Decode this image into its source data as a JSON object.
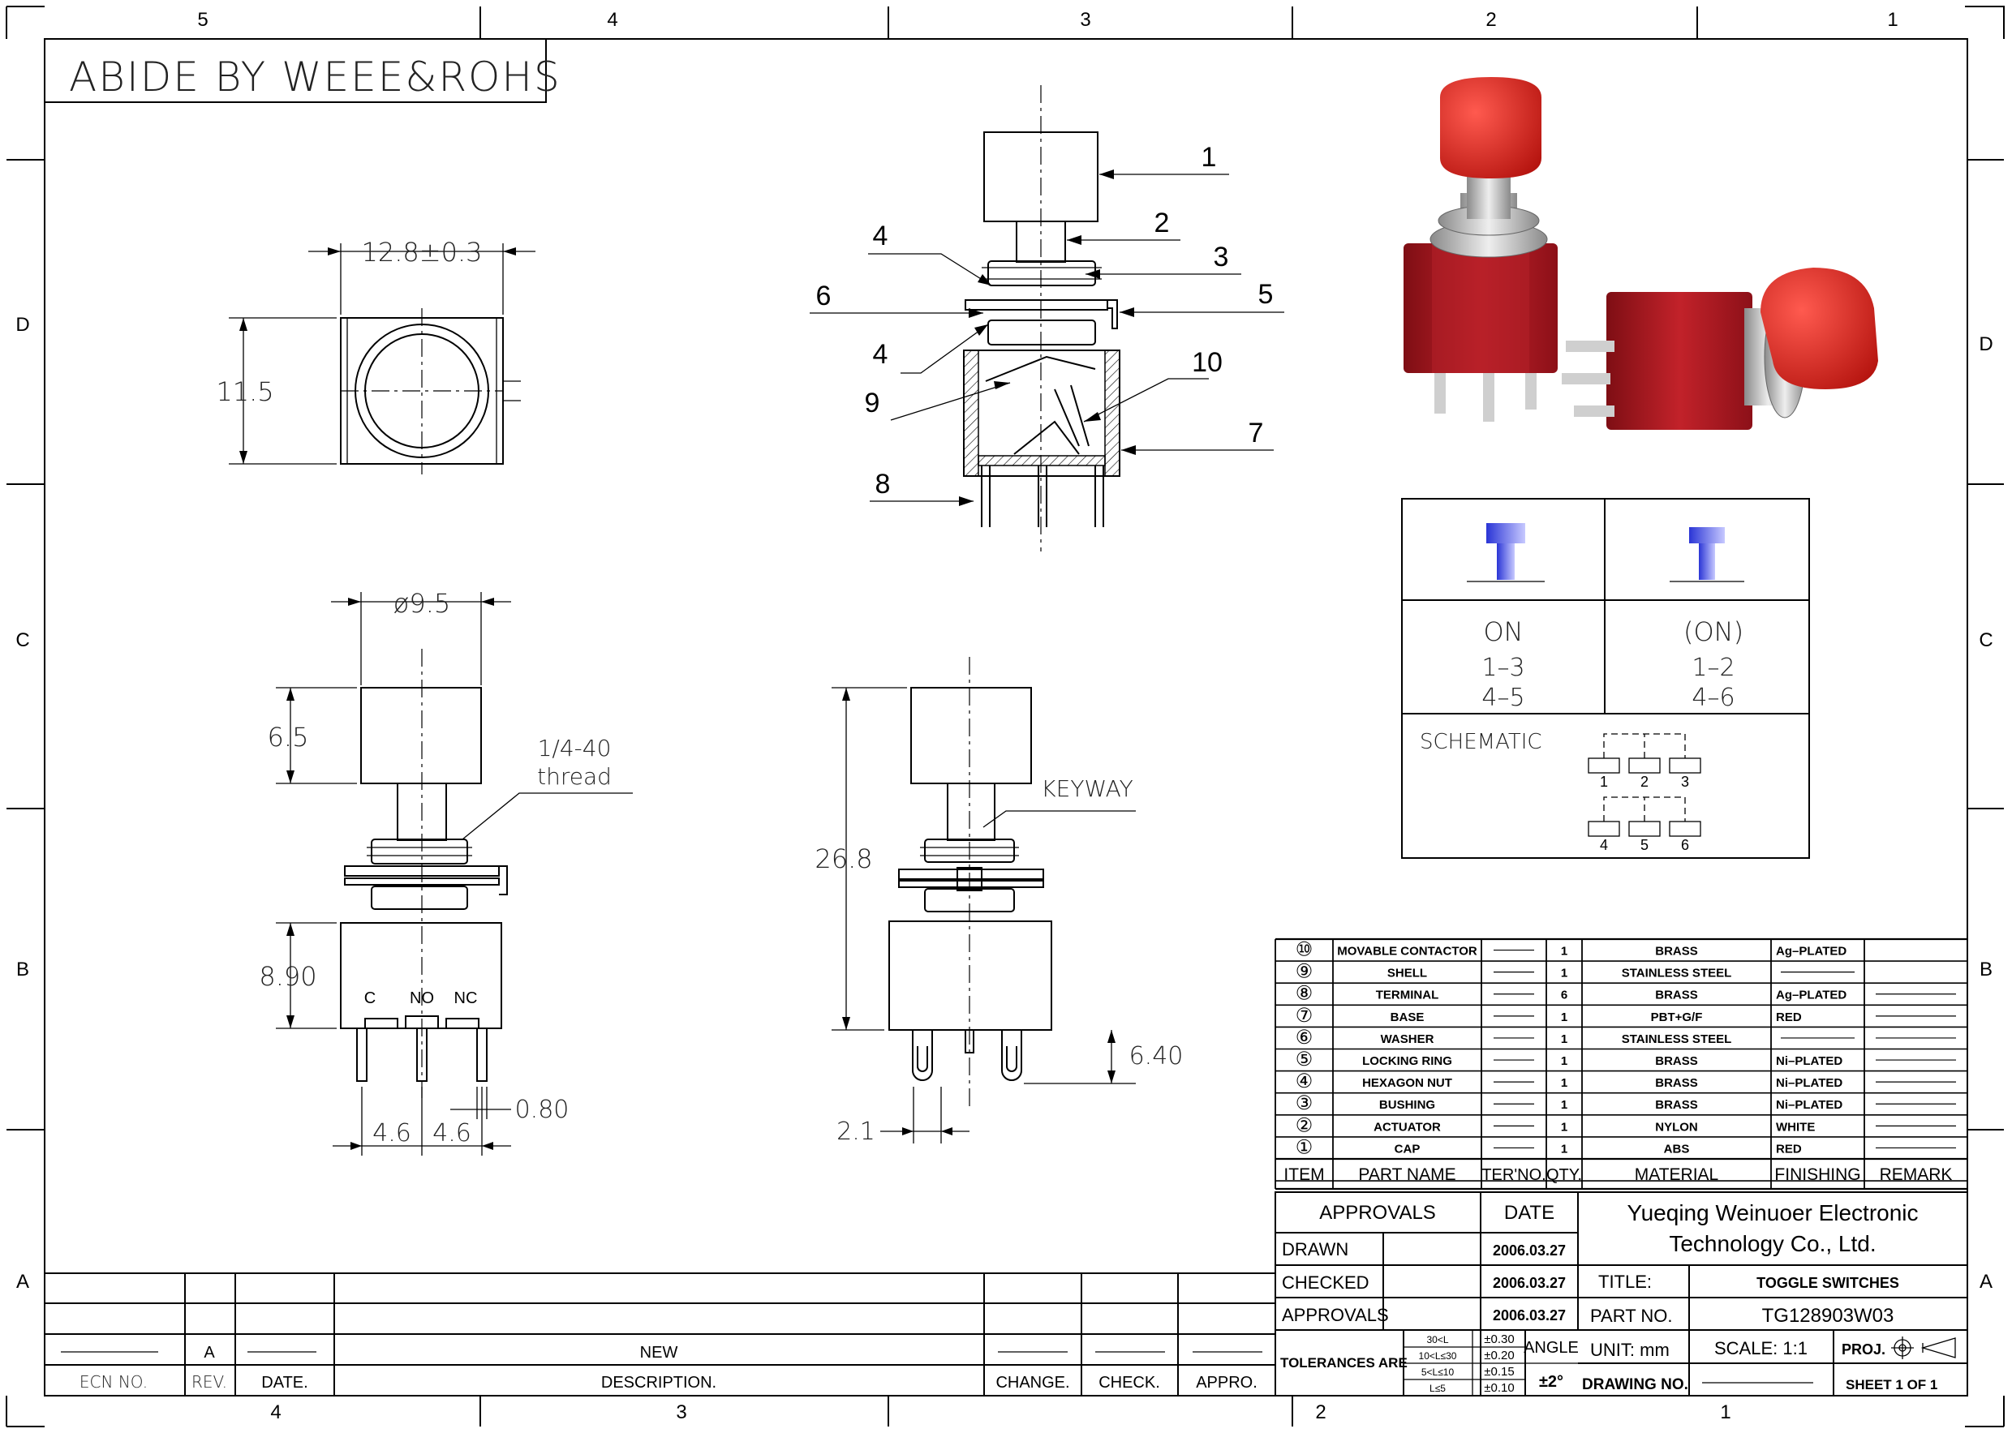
{
  "colors": {
    "cap_red": "#d21f1a",
    "body_red": "#a8141c",
    "metal": "#b9b9b9",
    "actuator_blue": "#2e39d8"
  },
  "border": {
    "top_zones": [
      "5",
      "4",
      "3",
      "2",
      "1"
    ],
    "bottom_zones": [
      "4",
      "3",
      "2",
      "1"
    ],
    "left_rows": [
      "D",
      "C",
      "B",
      "A"
    ],
    "right_rows": [
      "D",
      "C",
      "B",
      "A"
    ]
  },
  "header_note": "ABIDE BY WEEE&ROHS",
  "dims": {
    "width": "12.8±0.3",
    "height": "11.5",
    "diameter": "ø9.5",
    "cap_height": "6.5",
    "thread_line1": "1/4-40",
    "thread_line2": "thread",
    "base_height": "8.90",
    "pin_c": "C",
    "pin_no": "NO",
    "pin_nc": "NC",
    "pitch1": "4.6",
    "pitch2": "4.6",
    "pin_width": "0.80",
    "keyway": "KEYWAY",
    "total_height": "26.8",
    "pin_length": "6.40",
    "pin_gap": "2.1"
  },
  "callouts": [
    "1",
    "2",
    "3",
    "4",
    "5",
    "6",
    "4",
    "7",
    "8",
    "9",
    "10"
  ],
  "switch_table": {
    "left_state": "ON",
    "left_line1": "1–3",
    "left_line2": "4–5",
    "right_state": "(ON)",
    "right_line1": "1–2",
    "right_line2": "4–6",
    "schematic_label": "SCHEMATIC",
    "terminals_top": [
      "1",
      "2",
      "3"
    ],
    "terminals_bottom": [
      "4",
      "5",
      "6"
    ]
  },
  "bom": {
    "rows": [
      {
        "item": "⑩",
        "name": "MOVABLE CONTACTOR",
        "qty": "1",
        "material": "BRASS",
        "finishing": "Ag–PLATED"
      },
      {
        "item": "⑨",
        "name": "SHELL",
        "qty": "1",
        "material": "STAINLESS STEEL",
        "finishing": ""
      },
      {
        "item": "⑧",
        "name": "TERMINAL",
        "qty": "6",
        "material": "BRASS",
        "finishing": "Ag–PLATED"
      },
      {
        "item": "⑦",
        "name": "BASE",
        "qty": "1",
        "material": "PBT+G/F",
        "finishing": "RED"
      },
      {
        "item": "⑥",
        "name": "WASHER",
        "qty": "1",
        "material": "STAINLESS STEEL",
        "finishing": ""
      },
      {
        "item": "⑤",
        "name": "LOCKING RING",
        "qty": "1",
        "material": "BRASS",
        "finishing": "Ni–PLATED"
      },
      {
        "item": "④",
        "name": "HEXAGON NUT",
        "qty": "1",
        "material": "BRASS",
        "finishing": "Ni–PLATED"
      },
      {
        "item": "③",
        "name": "BUSHING",
        "qty": "1",
        "material": "BRASS",
        "finishing": "Ni–PLATED"
      },
      {
        "item": "②",
        "name": "ACTUATOR",
        "qty": "1",
        "material": "NYLON",
        "finishing": "WHITE"
      },
      {
        "item": "①",
        "name": "CAP",
        "qty": "1",
        "material": "ABS",
        "finishing": "RED"
      }
    ],
    "headers": {
      "item": "ITEM",
      "name": "PART NAME",
      "ter": "TER'NO.",
      "qty": "QTY.",
      "material": "MATERIAL",
      "finishing": "FINISHING",
      "remark": "REMARK"
    }
  },
  "title_block": {
    "approvals": "APPROVALS",
    "date": "DATE",
    "company1": "Yueqing Weinuoer Electronic",
    "company2": "Technology Co., Ltd.",
    "drawn": "DRAWN",
    "checked": "CHECKED",
    "approvals2": "APPROVALS",
    "date_drawn": "2006.03.27",
    "date_checked": "2006.03.27",
    "date_approved": "2006.03.27",
    "title_label": "TITLE:",
    "title_value": "TOGGLE SWITCHES",
    "partno_label": "PART NO.",
    "partno_value": "TG128903W03",
    "tolerances": "TOLERANCES ARE",
    "tol_ranges": [
      "30<L",
      "10<L≤30",
      "5<L≤10",
      "L≤5"
    ],
    "tol_values": [
      "±0.30",
      "±0.20",
      "±0.15",
      "±0.10"
    ],
    "angle": "ANGLE",
    "angle_value": "±2°",
    "unit": "UNIT: mm",
    "scale": "SCALE: 1:1",
    "proj": "PROJ.",
    "drawing_no": "DRAWING NO.",
    "sheet": "SHEET  1 OF 1"
  },
  "revision_block": {
    "rev": "A",
    "description": "NEW",
    "headers": [
      "ECN NO.",
      "REV.",
      "DATE.",
      "DESCRIPTION.",
      "CHANGE.",
      "CHECK.",
      "APPRO."
    ]
  }
}
